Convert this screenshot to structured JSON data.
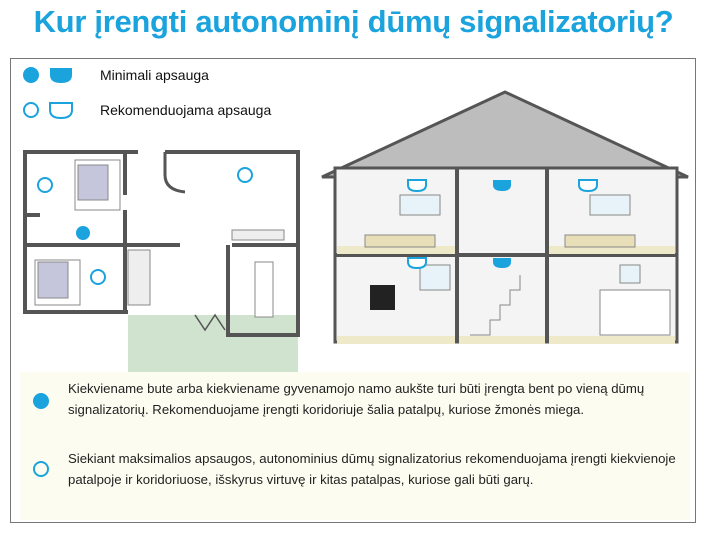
{
  "title": "Kur įrengti autonominį dūmų signalizatorių?",
  "legend": [
    {
      "label": "Minimali apsauga",
      "style": "filled"
    },
    {
      "label": "Rekomenduojama apsauga",
      "style": "outline"
    }
  ],
  "notes": [
    {
      "text": "Kiekviename bute arba kiekviename gyvenamojo namo aukšte turi būti įrengta bent po vieną dūmų signalizatorių. Rekomenduojame įrengti koridoriuje šalia patalpų, kuriose žmonės miega.",
      "icon": "filled-circle"
    },
    {
      "text": "Siekiant maksimalios apsaugos, autonominius dūmų signalizatorius rekomenduojama įrengti kiekvienoje patalpoje ir koridoriuose, išskyrus virtuvę ir kitas patalpas, kuriose gali būti garų.",
      "icon": "outline-circle"
    }
  ],
  "colors": {
    "accent": "#1aa3dc",
    "wall": "#555555",
    "panel": "#fcfdf0",
    "lawn": "#cfe3cf"
  }
}
